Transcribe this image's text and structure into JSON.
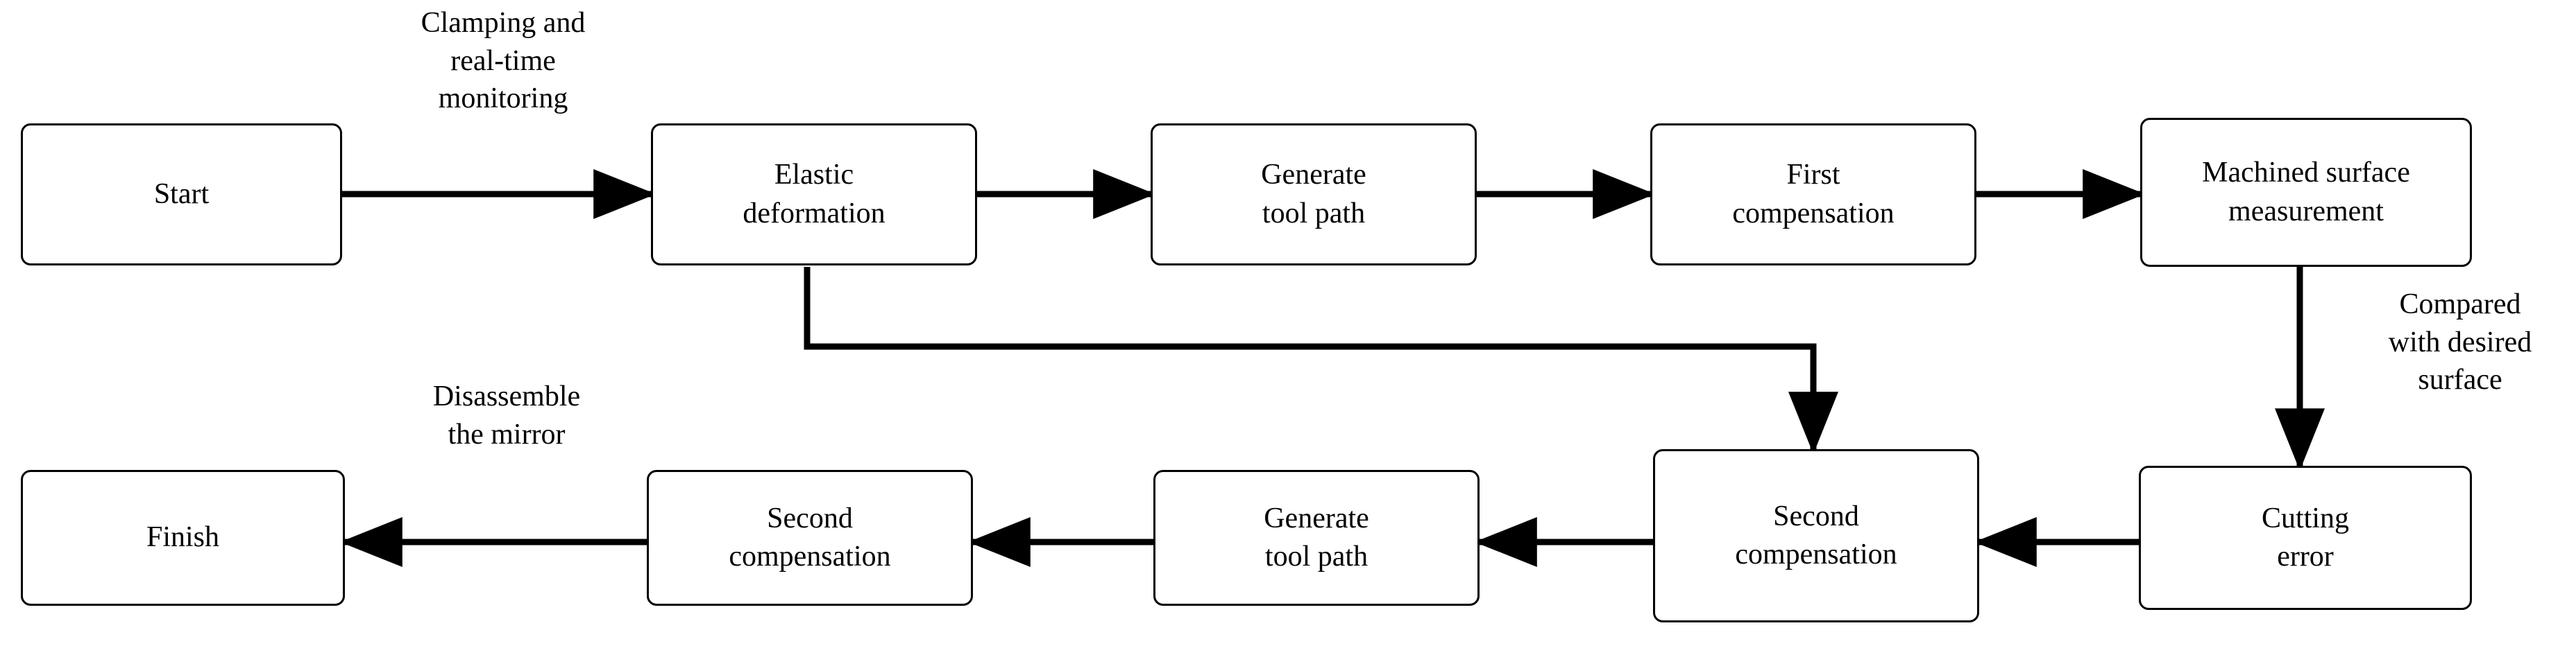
{
  "diagram": {
    "title": "Mirror machining elastic deformation compensation flowchart",
    "type": "flowchart",
    "background_color": "#ffffff",
    "line_color": "#000000",
    "text_color": "#000000"
  },
  "nodes": [
    {
      "id": "start",
      "label": "Start",
      "row": 1,
      "col": 1
    },
    {
      "id": "elastic",
      "label": "Elastic\ndeformation",
      "row": 1,
      "col": 2
    },
    {
      "id": "toolpath1",
      "label": "Generate\ntool  path",
      "row": 1,
      "col": 3
    },
    {
      "id": "firstcomp",
      "label": "First\ncompensation",
      "row": 1,
      "col": 4
    },
    {
      "id": "measure",
      "label": "Machined surface\nmeasurement",
      "row": 1,
      "col": 5
    },
    {
      "id": "finish",
      "label": "Finish",
      "row": 2,
      "col": 1
    },
    {
      "id": "secondcomp2",
      "label": "Second\ncompensation",
      "row": 2,
      "col": 2
    },
    {
      "id": "toolpath2",
      "label": "Generate\ntool  path",
      "row": 2,
      "col": 3
    },
    {
      "id": "secondcomp1",
      "label": "Second\ncompensation",
      "row": 2,
      "col": 4
    },
    {
      "id": "cutterr",
      "label": "Cutting\nerror",
      "row": 2,
      "col": 5
    }
  ],
  "edge_labels": {
    "clamping": "Clamping and\nreal-time\nmonitoring",
    "compared": "Compared\nwith desired\nsurface",
    "disassemble": "Disassemble\nthe mirror"
  },
  "edges": [
    {
      "from": "start",
      "to": "elastic",
      "label": "Clamping and real-time monitoring",
      "direction": "right"
    },
    {
      "from": "elastic",
      "to": "toolpath1",
      "label": "",
      "direction": "right"
    },
    {
      "from": "toolpath1",
      "to": "firstcomp",
      "label": "",
      "direction": "right"
    },
    {
      "from": "firstcomp",
      "to": "measure",
      "label": "",
      "direction": "right"
    },
    {
      "from": "measure",
      "to": "cutterr",
      "label": "Compared with desired surface",
      "direction": "down"
    },
    {
      "from": "cutterr",
      "to": "secondcomp1",
      "label": "",
      "direction": "left"
    },
    {
      "from": "elastic",
      "to": "secondcomp1",
      "label": "",
      "direction": "down-right-down"
    },
    {
      "from": "secondcomp1",
      "to": "toolpath2",
      "label": "",
      "direction": "left"
    },
    {
      "from": "toolpath2",
      "to": "secondcomp2",
      "label": "",
      "direction": "left"
    },
    {
      "from": "secondcomp2",
      "to": "finish",
      "label": "Disassemble the mirror",
      "direction": "left"
    }
  ]
}
